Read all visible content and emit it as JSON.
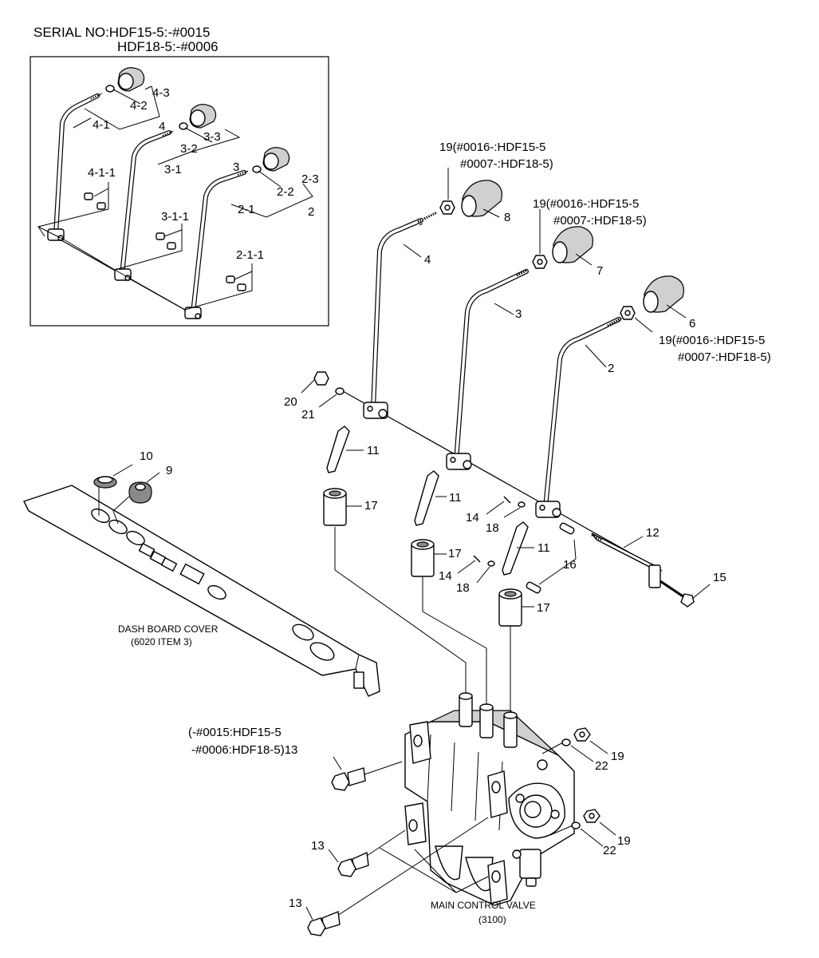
{
  "serial": {
    "line1": "SERIAL NO:HDF15-5:-#0015",
    "line2": "HDF18-5:-#0006"
  },
  "inset_labels": {
    "p4_3": "4-3",
    "p4_2": "4-2",
    "p4_1": "4-1",
    "p4": "4",
    "p3_3": "3-3",
    "p3_2": "3-2",
    "p3_1": "3-1",
    "p3": "3",
    "p2_3": "2-3",
    "p2_2": "2-2",
    "p2_1": "2-1",
    "p2": "2",
    "p4_1_1": "4-1-1",
    "p3_1_1": "3-1-1",
    "p2_1_1": "2-1-1"
  },
  "callouts": {
    "c19a_1": "19(#0016-:HDF15-5",
    "c19a_2": "#0007-:HDF18-5)",
    "c19b_1": "19(#0016-:HDF15-5",
    "c19b_2": "#0007-:HDF18-5)",
    "c19c_1": "19(#0016-:HDF15-5",
    "c19c_2": "#0007-:HDF18-5)",
    "c8": "8",
    "c7": "7",
    "c6": "6",
    "c4": "4",
    "c3": "3",
    "c2": "2",
    "c20": "20",
    "c21": "21",
    "c11a": "11",
    "c11b": "11",
    "c11c": "11",
    "c10": "10",
    "c9": "9",
    "c17a": "17",
    "c17b": "17",
    "c17c": "17",
    "c14a": "14",
    "c14b": "14",
    "c18a": "18",
    "c18b": "18",
    "c12": "12",
    "c16": "16",
    "c15": "15",
    "c13a_1": "(-#0015:HDF15-5",
    "c13a_2": "-#0006:HDF18-5)13",
    "c13b": "13",
    "c13c": "13",
    "c19d": "19",
    "c22a": "22",
    "c19e": "19",
    "c22b": "22"
  },
  "notes": {
    "dash_1": "DASH BOARD COVER",
    "dash_2": "(6020 ITEM 3)",
    "valve_1": "MAIN CONTROL VALVE",
    "valve_2": "(3100)"
  }
}
